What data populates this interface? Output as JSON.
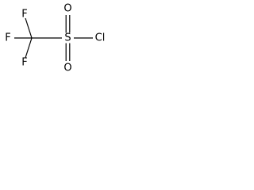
{
  "molecule": {
    "atoms": {
      "f_top": "F",
      "f_left": "F",
      "f_bottom": "F",
      "s": "S",
      "o_top": "O",
      "o_bottom": "O",
      "cl": "Cl"
    },
    "colors": {
      "ink": "#000000",
      "background": "#ffffff"
    }
  }
}
